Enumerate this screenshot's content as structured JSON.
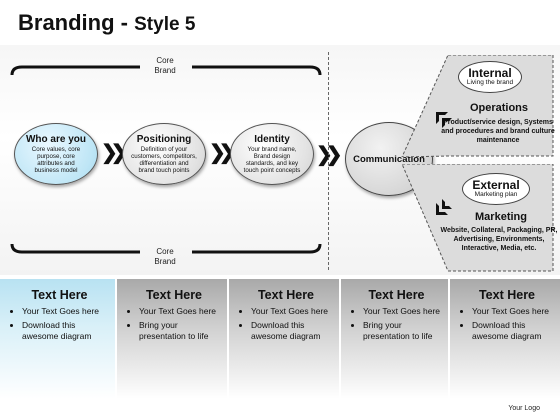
{
  "title": {
    "main": "Branding",
    "sep": " - ",
    "sub": "Style 5"
  },
  "core_brand_top": {
    "line1": "Core",
    "line2": "Brand"
  },
  "core_brand_bottom": {
    "line1": "Core",
    "line2": "Brand"
  },
  "circles": {
    "who": {
      "heading": "Who are you",
      "desc": "Core values, core purpose, core attributes and business model"
    },
    "positioning": {
      "heading": "Positioning",
      "desc": "Definition of your customers, competitors, differentiation and brand touch points"
    },
    "identity": {
      "heading": "Identity",
      "desc": "Your brand name, Brand design standards, and key touch point concepts"
    },
    "communication": {
      "heading": "Communication"
    }
  },
  "right": {
    "internal": {
      "title": "Internal",
      "subtitle": "Living the brand",
      "section": "Operations",
      "text": "Product/service design, Systems and procedures and brand culture maintenance"
    },
    "external": {
      "title": "External",
      "subtitle": "Marketing plan",
      "section": "Marketing",
      "text": "Website, Collateral, Packaging, PR, Advertising, Environments, Interactive, Media, etc."
    }
  },
  "columns": [
    {
      "heading": "Text Here",
      "items": [
        "Your Text Goes here",
        "Download this awesome diagram"
      ]
    },
    {
      "heading": "Text Here",
      "items": [
        "Your Text Goes here",
        "Bring your presentation to life"
      ]
    },
    {
      "heading": "Text Here",
      "items": [
        "Your Text Goes here",
        "Download this awesome diagram"
      ]
    },
    {
      "heading": "Text Here",
      "items": [
        "Your Text Goes here",
        "Bring your presentation to life"
      ]
    },
    {
      "heading": "Text Here",
      "items": [
        "Your Text Goes here",
        "Download this awesome diagram"
      ]
    }
  ],
  "logo": "Your Logo",
  "colors": {
    "who_fill": "#bfe6f6",
    "first_column": "#b8e2f2",
    "column_gray": "#a9a9a9"
  }
}
